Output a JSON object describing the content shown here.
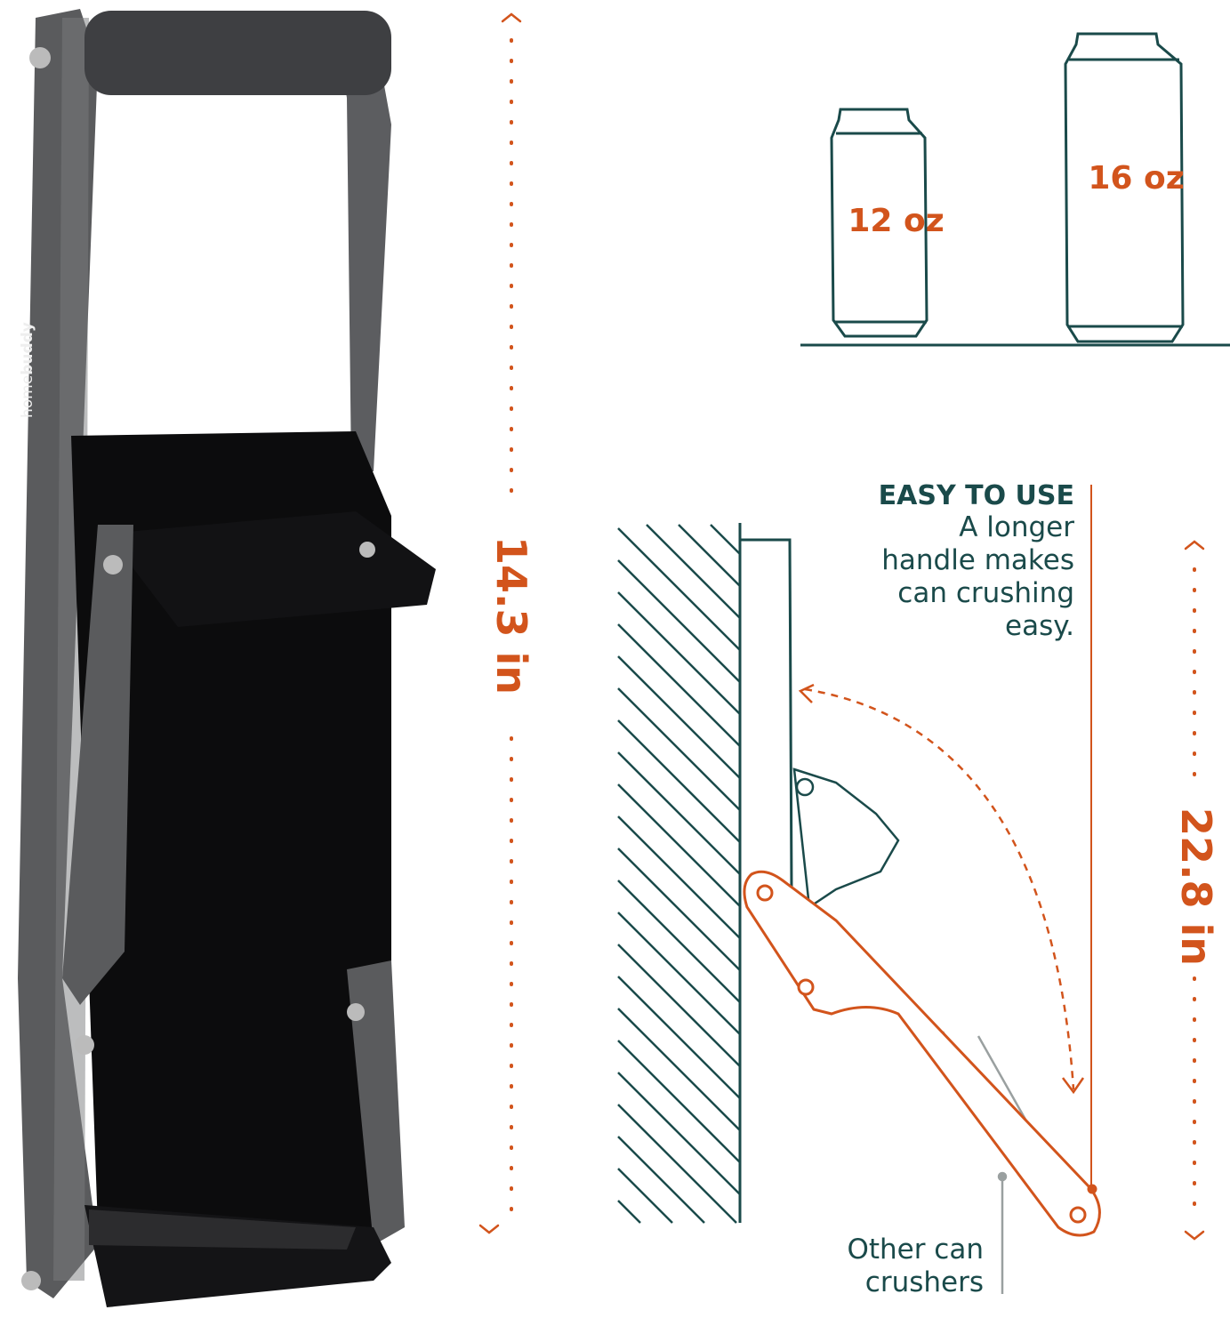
{
  "product": {
    "brand_logo": "homebuddy",
    "body_color": "#5a5b5d",
    "chute_color": "#0c0c0d"
  },
  "product_height": "14.3 in",
  "cans": [
    {
      "label": "12 oz"
    },
    {
      "label": "16 oz"
    }
  ],
  "feature": {
    "heading": "EASY TO USE",
    "lines": [
      "A longer",
      "handle makes",
      "can crushing",
      "easy."
    ]
  },
  "handle_height": "22.8 in",
  "comparison_note": {
    "lines": [
      "Other can",
      "crushers"
    ]
  },
  "colors": {
    "teal": "#1a4a4a",
    "orange": "#d2541c",
    "gray": "#9aa0a0"
  }
}
